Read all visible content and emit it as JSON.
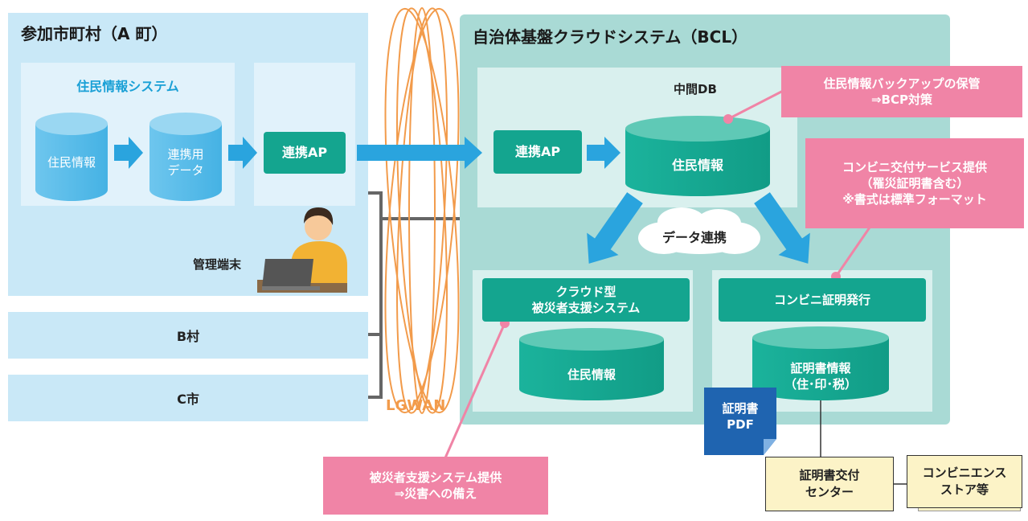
{
  "left_panel": {
    "title": "参加市町村（A 町）",
    "system_title": "住民情報システム",
    "db_resident": "住民情報",
    "db_link_data": "連携用\nデータ",
    "link_ap": "連携AP",
    "admin_terminal": "管理端末"
  },
  "other_munis": [
    "B村",
    "C市"
  ],
  "network": {
    "label": "LGWAN"
  },
  "right_panel": {
    "title": "自治体基盤クラウドシステム（BCL）",
    "link_ap": "連携AP",
    "middle_db_label": "中間DB",
    "middle_db": "住民情報",
    "data_link": "データ連携",
    "disaster_system": "クラウド型\n被災者支援システム",
    "disaster_db": "住民情報",
    "convenience_issue": "コンビニ証明発行",
    "certificate_db": "証明書情報\n（住･印･税）",
    "certificate_pdf": "証明書\nPDF"
  },
  "callouts": {
    "backup": "住民情報バックアップの保管\n⇒BCP対策",
    "convenience_service": "コンビニ交付サービス提供\n（罹災証明書含む）\n※書式は標準フォーマット",
    "disaster_support": "被災者支援システム提供\n⇒災害への備え"
  },
  "outputs": {
    "center": "証明書交付\nセンター",
    "stores": "コンビニエンス\nストア等"
  },
  "colors": {
    "left_panel": "#c9e8f7",
    "right_panel": "#a9dad5",
    "green": "#14a58f",
    "arrow_blue": "#2aa4de",
    "pink": "#f084a6",
    "lgwan_orange": "#f29b4b"
  }
}
